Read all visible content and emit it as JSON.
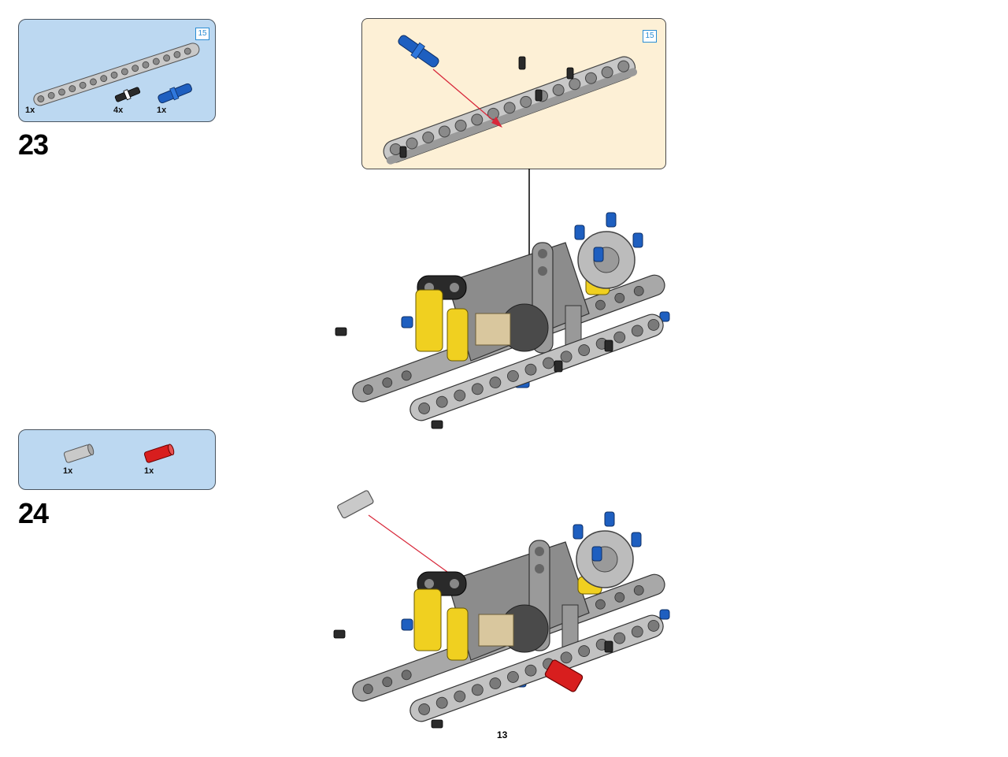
{
  "steps": [
    {
      "number": "23",
      "parts": [
        {
          "name": "technic-beam-15",
          "qty": "1x",
          "length_label": "15"
        },
        {
          "name": "black-pin",
          "qty": "4x"
        },
        {
          "name": "blue-pin",
          "qty": "1x"
        }
      ],
      "callout_length_label": "15"
    },
    {
      "number": "24",
      "parts": [
        {
          "name": "gray-axle-connector",
          "qty": "1x"
        },
        {
          "name": "red-axle-connector",
          "qty": "1x"
        }
      ]
    }
  ],
  "page_number": "13",
  "colors": {
    "parts_box_bg": "#bcd8f1",
    "callout_bg": "#fdf0d6",
    "assembly_arrow": "#d8283a",
    "beam_gray": "#9c9c9c",
    "pin_blue": "#1e5fc0",
    "part_yellow": "#f0d020",
    "part_red": "#d81e1e",
    "part_black": "#2a2a2a"
  }
}
